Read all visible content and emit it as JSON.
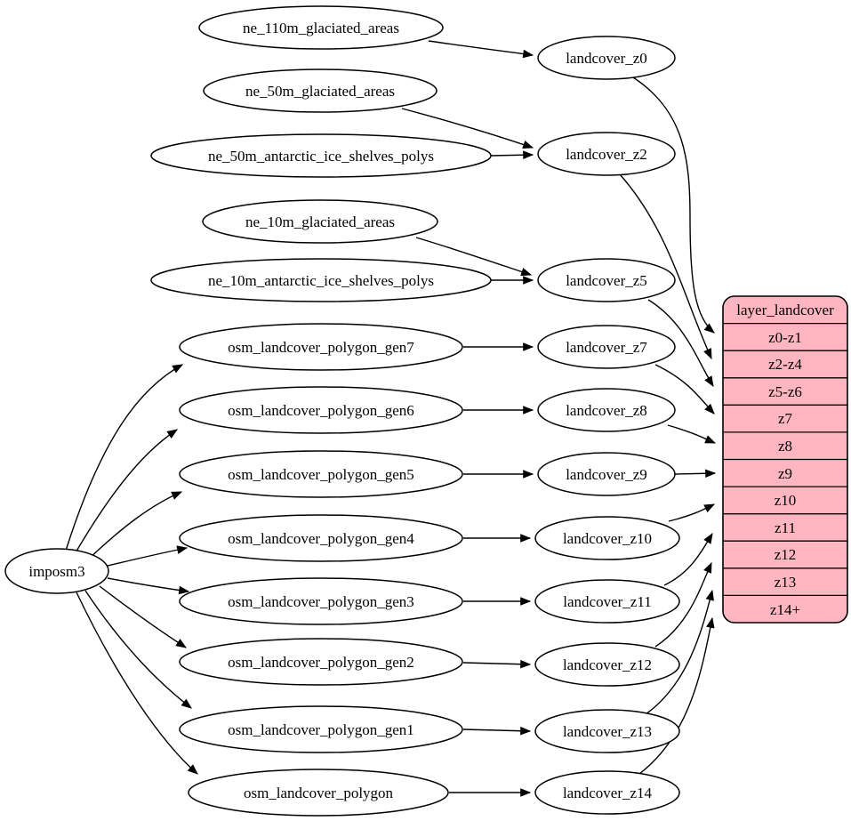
{
  "colors": {
    "background": "#ffffff",
    "node_fill": "#ffffff",
    "node_stroke": "#000000",
    "edge": "#000000",
    "table_fill": "#ffb6c1"
  },
  "importer": {
    "label": "imposm3"
  },
  "sources": [
    "ne_110m_glaciated_areas",
    "ne_50m_glaciated_areas",
    "ne_50m_antarctic_ice_shelves_polys",
    "ne_10m_glaciated_areas",
    "ne_10m_antarctic_ice_shelves_polys",
    "osm_landcover_polygon_gen7",
    "osm_landcover_polygon_gen6",
    "osm_landcover_polygon_gen5",
    "osm_landcover_polygon_gen4",
    "osm_landcover_polygon_gen3",
    "osm_landcover_polygon_gen2",
    "osm_landcover_polygon_gen1",
    "osm_landcover_polygon"
  ],
  "stages": [
    "landcover_z0",
    "landcover_z2",
    "landcover_z5",
    "landcover_z7",
    "landcover_z8",
    "landcover_z9",
    "landcover_z10",
    "landcover_z11",
    "landcover_z12",
    "landcover_z13",
    "landcover_z14"
  ],
  "table": {
    "title": "layer_landcover",
    "rows": [
      "z0-z1",
      "z2-z4",
      "z5-z6",
      "z7",
      "z8",
      "z9",
      "z10",
      "z11",
      "z12",
      "z13",
      "z14+"
    ]
  },
  "edges": [
    {
      "from": "imposm3",
      "to": "osm_landcover_polygon_gen7"
    },
    {
      "from": "imposm3",
      "to": "osm_landcover_polygon_gen6"
    },
    {
      "from": "imposm3",
      "to": "osm_landcover_polygon_gen5"
    },
    {
      "from": "imposm3",
      "to": "osm_landcover_polygon_gen4"
    },
    {
      "from": "imposm3",
      "to": "osm_landcover_polygon_gen3"
    },
    {
      "from": "imposm3",
      "to": "osm_landcover_polygon_gen2"
    },
    {
      "from": "imposm3",
      "to": "osm_landcover_polygon_gen1"
    },
    {
      "from": "imposm3",
      "to": "osm_landcover_polygon"
    },
    {
      "from": "ne_110m_glaciated_areas",
      "to": "landcover_z0"
    },
    {
      "from": "ne_50m_glaciated_areas",
      "to": "landcover_z2"
    },
    {
      "from": "ne_50m_antarctic_ice_shelves_polys",
      "to": "landcover_z2"
    },
    {
      "from": "ne_10m_glaciated_areas",
      "to": "landcover_z5"
    },
    {
      "from": "ne_10m_antarctic_ice_shelves_polys",
      "to": "landcover_z5"
    },
    {
      "from": "osm_landcover_polygon_gen7",
      "to": "landcover_z7"
    },
    {
      "from": "osm_landcover_polygon_gen6",
      "to": "landcover_z8"
    },
    {
      "from": "osm_landcover_polygon_gen5",
      "to": "landcover_z9"
    },
    {
      "from": "osm_landcover_polygon_gen4",
      "to": "landcover_z10"
    },
    {
      "from": "osm_landcover_polygon_gen3",
      "to": "landcover_z11"
    },
    {
      "from": "osm_landcover_polygon_gen2",
      "to": "landcover_z12"
    },
    {
      "from": "osm_landcover_polygon_gen1",
      "to": "landcover_z13"
    },
    {
      "from": "osm_landcover_polygon",
      "to": "landcover_z14"
    },
    {
      "from": "landcover_z0",
      "to": "layer_landcover:z0-z1"
    },
    {
      "from": "landcover_z2",
      "to": "layer_landcover:z2-z4"
    },
    {
      "from": "landcover_z5",
      "to": "layer_landcover:z5-z6"
    },
    {
      "from": "landcover_z7",
      "to": "layer_landcover:z7"
    },
    {
      "from": "landcover_z8",
      "to": "layer_landcover:z8"
    },
    {
      "from": "landcover_z9",
      "to": "layer_landcover:z9"
    },
    {
      "from": "landcover_z10",
      "to": "layer_landcover:z10"
    },
    {
      "from": "landcover_z11",
      "to": "layer_landcover:z11"
    },
    {
      "from": "landcover_z12",
      "to": "layer_landcover:z12"
    },
    {
      "from": "landcover_z13",
      "to": "layer_landcover:z13"
    },
    {
      "from": "landcover_z14",
      "to": "layer_landcover:z14+"
    }
  ]
}
